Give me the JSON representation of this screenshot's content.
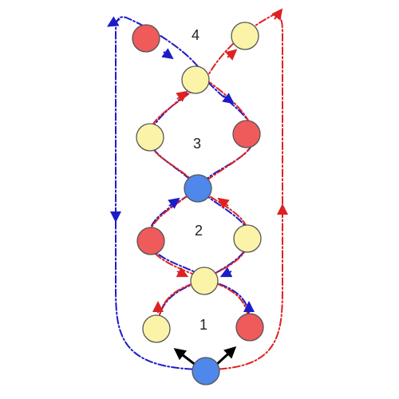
{
  "colors": {
    "blue_path": "#1c1cc8",
    "red_path": "#dd2222",
    "red_node": "#ef5a5a",
    "yellow_node": "#fbf3a8",
    "blue_node": "#4f88ea",
    "start_arrow": "#000000"
  },
  "region_labels": [
    "1",
    "2",
    "3",
    "4"
  ]
}
